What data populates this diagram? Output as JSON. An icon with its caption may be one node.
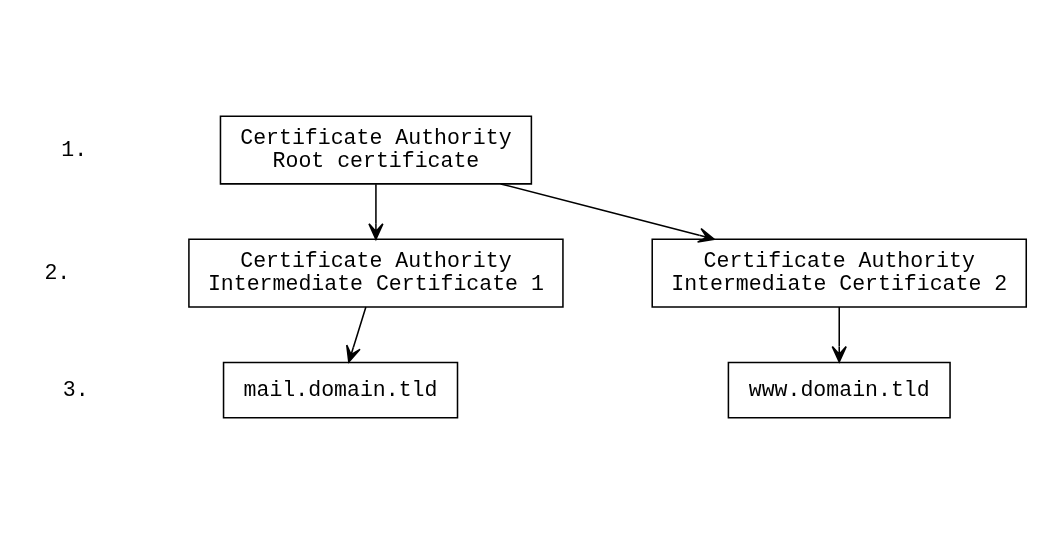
{
  "diagram": {
    "nodes": [
      {
        "text": [
          "Certificate Authority",
          "Root certificate"
        ]
      },
      {
        "text": [
          "Certificate Authority",
          "Intermediate Certificate 1"
        ]
      },
      {
        "text": [
          "Certificate Authority",
          "Intermediate Certificate 2"
        ]
      },
      {
        "text": [
          "mail.domain.tld"
        ]
      },
      {
        "text": [
          "www.domain.tld"
        ]
      }
    ],
    "edges": [
      {
        "from": 0,
        "to": 1,
        "arrow": "to"
      },
      {
        "from": 0,
        "to": 2,
        "arrow": "to"
      },
      {
        "from": 1,
        "to": 3,
        "arrow": "to"
      },
      {
        "from": 2,
        "to": 4,
        "arrow": "to"
      }
    ],
    "labels": [
      "1.",
      "2.",
      "3."
    ]
  }
}
